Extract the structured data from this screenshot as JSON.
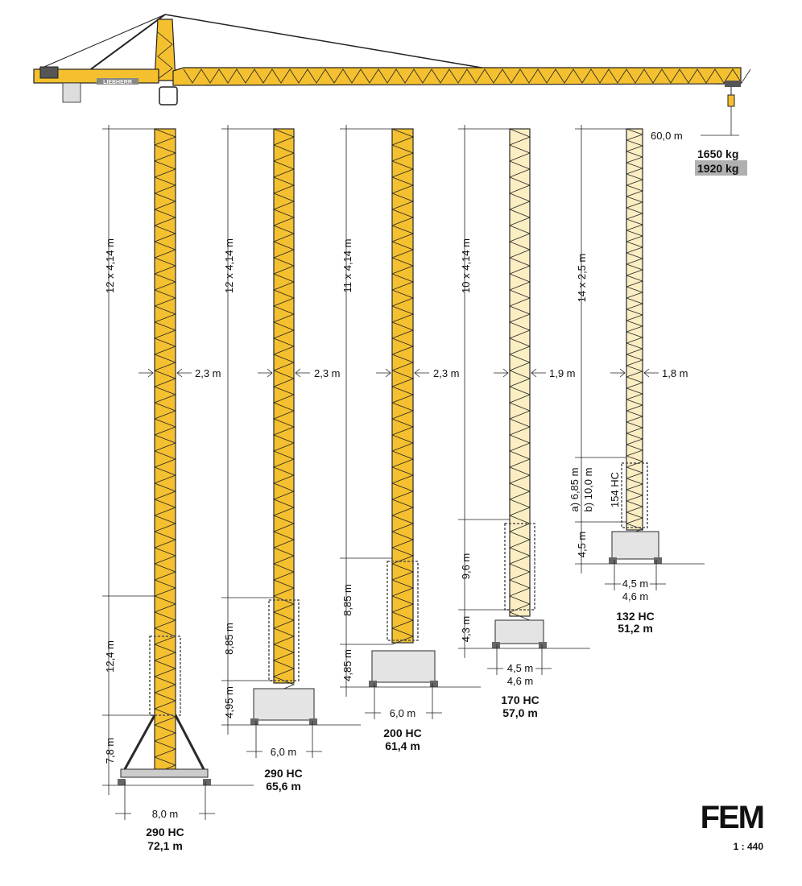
{
  "jib": {
    "brand": "LIEBHERR",
    "radius": "60,0 m",
    "load_primary": "1650 kg",
    "load_secondary": "1920 kg",
    "load_secondary_bg": "#b0b0b0"
  },
  "colors": {
    "yellow": "#f4c02f",
    "pale": "#fbeec3",
    "outline": "#2a2a2a"
  },
  "cranes": [
    {
      "name": "290 HC",
      "height": "72,1 m",
      "mast": "12 x 4,14 m",
      "width": "2,3 m",
      "lower": "12,4 m",
      "base": "7,8 m",
      "footprint": "8,0 m"
    },
    {
      "name": "290 HC",
      "height": "65,6 m",
      "mast": "12 x 4,14 m",
      "width": "2,3 m",
      "lower": "8,85 m",
      "base": "4,95 m",
      "footprint": "6,0 m"
    },
    {
      "name": "200 HC",
      "height": "61,4 m",
      "mast": "11 x 4,14 m",
      "width": "2,3 m",
      "lower": "8,85 m",
      "base": "4,85 m",
      "footprint": "6,0 m"
    },
    {
      "name": "170 HC",
      "height": "57,0 m",
      "mast": "10 x 4,14 m",
      "width": "1,9 m",
      "lower": "9,6 m",
      "base": "4,3 m",
      "footprint_a": "4,5 m",
      "footprint_b": "4,6 m"
    },
    {
      "name": "132 HC",
      "height": "51,2 m",
      "mast": "14 x 2,5 m",
      "width": "1,8 m",
      "lower_a": "a) 6,85 m",
      "lower_b": "b) 10,0 m",
      "lower_section": "154 HC",
      "base": "4,5 m",
      "footprint_a": "4,5 m",
      "footprint_b": "4,6 m"
    }
  ],
  "footer": {
    "logo": "FEM",
    "scale": "1 : 440"
  }
}
